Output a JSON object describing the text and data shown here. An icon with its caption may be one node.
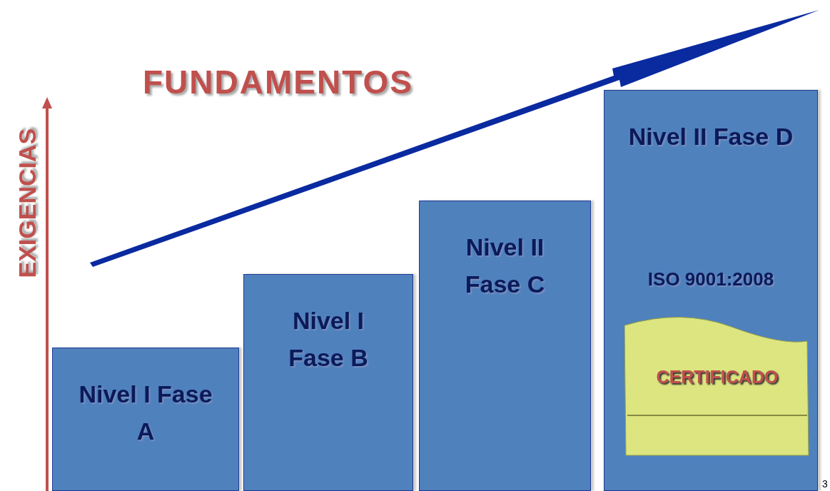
{
  "diagram": {
    "nodes": [
      {
        "text": [
          "Nivel I Fase A"
        ]
      },
      {
        "text": [
          "Nivel I Fase B"
        ]
      },
      {
        "text": [
          "Nivel II Fase C"
        ]
      },
      {
        "text": [
          "Nivel II Fase D",
          "ISO 9001:2008"
        ]
      },
      {
        "text": [
          "CERTIFICADO"
        ],
        "in": 3
      }
    ],
    "labels": [
      "FUNDAMENTOS",
      "EXIGENCIAS",
      "3"
    ]
  }
}
